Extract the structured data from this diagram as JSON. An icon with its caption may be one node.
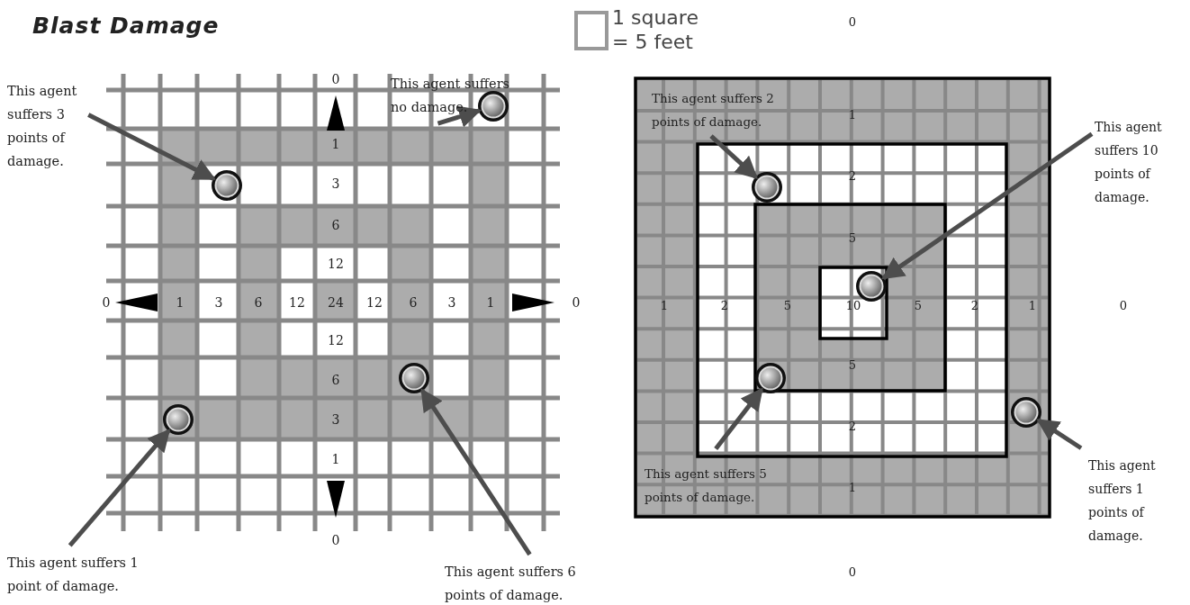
{
  "diagram": {
    "title": "Blast Damage",
    "nodes": [
      {
        "text": [
          "This agent suffers 3 points of damage."
        ]
      },
      {
        "text": [
          "This agent suffers no damage."
        ]
      },
      {
        "text": [
          "This agent suffers 1 point of damage."
        ]
      },
      {
        "text": [
          "This agent suffers 6 points of damage."
        ]
      },
      {
        "text": [
          "This agent suffers 2 points of damage."
        ]
      },
      {
        "text": [
          "This agent suffers 10 points of damage."
        ]
      },
      {
        "text": [
          "This agent suffers 5 points of damage."
        ]
      },
      {
        "text": [
          "This agent suffers 1 points of damage."
        ]
      },
      {
        "text": [],
        "shape": "circle"
      },
      {
        "text": [],
        "shape": "circle"
      },
      {
        "text": [],
        "shape": "circle"
      },
      {
        "text": [],
        "shape": "circle"
      },
      {
        "text": [],
        "shape": "circle"
      },
      {
        "text": [],
        "shape": "circle"
      },
      {
        "text": [],
        "shape": "circle"
      },
      {
        "text": [],
        "shape": "circle"
      }
    ],
    "edges": [
      {
        "from": 0,
        "to": 8,
        "arrow": "to"
      },
      {
        "from": 1,
        "to": 9,
        "arrow": "to"
      },
      {
        "from": 2,
        "to": 10,
        "arrow": "to"
      },
      {
        "from": 3,
        "to": 11,
        "arrow": "to"
      },
      {
        "from": 4,
        "to": 12,
        "arrow": "to"
      },
      {
        "from": 5,
        "to": 13,
        "arrow": "to"
      },
      {
        "from": 6,
        "to": 14,
        "arrow": "to"
      },
      {
        "from": 7,
        "to": 15,
        "arrow": "to"
      }
    ],
    "labels": [
      "0",
      "1",
      "3",
      "6",
      "12",
      "0",
      "1",
      "3",
      "6",
      "12",
      "24",
      "12",
      "6",
      "3",
      "1",
      "0",
      "12",
      "6",
      "3",
      "1",
      "0",
      "0",
      "1",
      "2",
      "5",
      "1",
      "2",
      "5",
      "10",
      "5",
      "2",
      "1",
      "0",
      "5",
      "2",
      "1",
      "0"
    ],
    "legend": [
      {
        "text": "1 square = 5 feet"
      }
    ]
  }
}
